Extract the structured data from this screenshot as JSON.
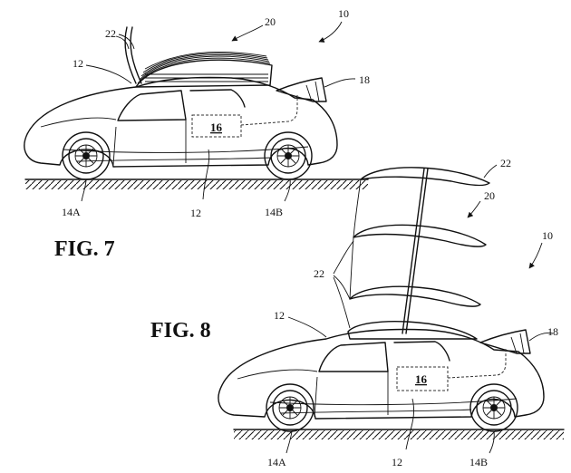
{
  "fig7": {
    "label": "FIG. 7",
    "ref_10": "10",
    "ref_20": "20",
    "ref_22": "22",
    "ref_12_top": "12",
    "ref_18": "18",
    "ref_16": "16",
    "ref_12_bottom": "12",
    "ref_14a": "14A",
    "ref_14b": "14B"
  },
  "fig8": {
    "label": "FIG. 8",
    "ref_10": "10",
    "ref_20": "20",
    "ref_22_top": "22",
    "ref_22_group": "22",
    "ref_12_top": "12",
    "ref_18": "18",
    "ref_16": "16",
    "ref_12_bottom": "12",
    "ref_14a": "14A",
    "ref_14b": "14B"
  }
}
